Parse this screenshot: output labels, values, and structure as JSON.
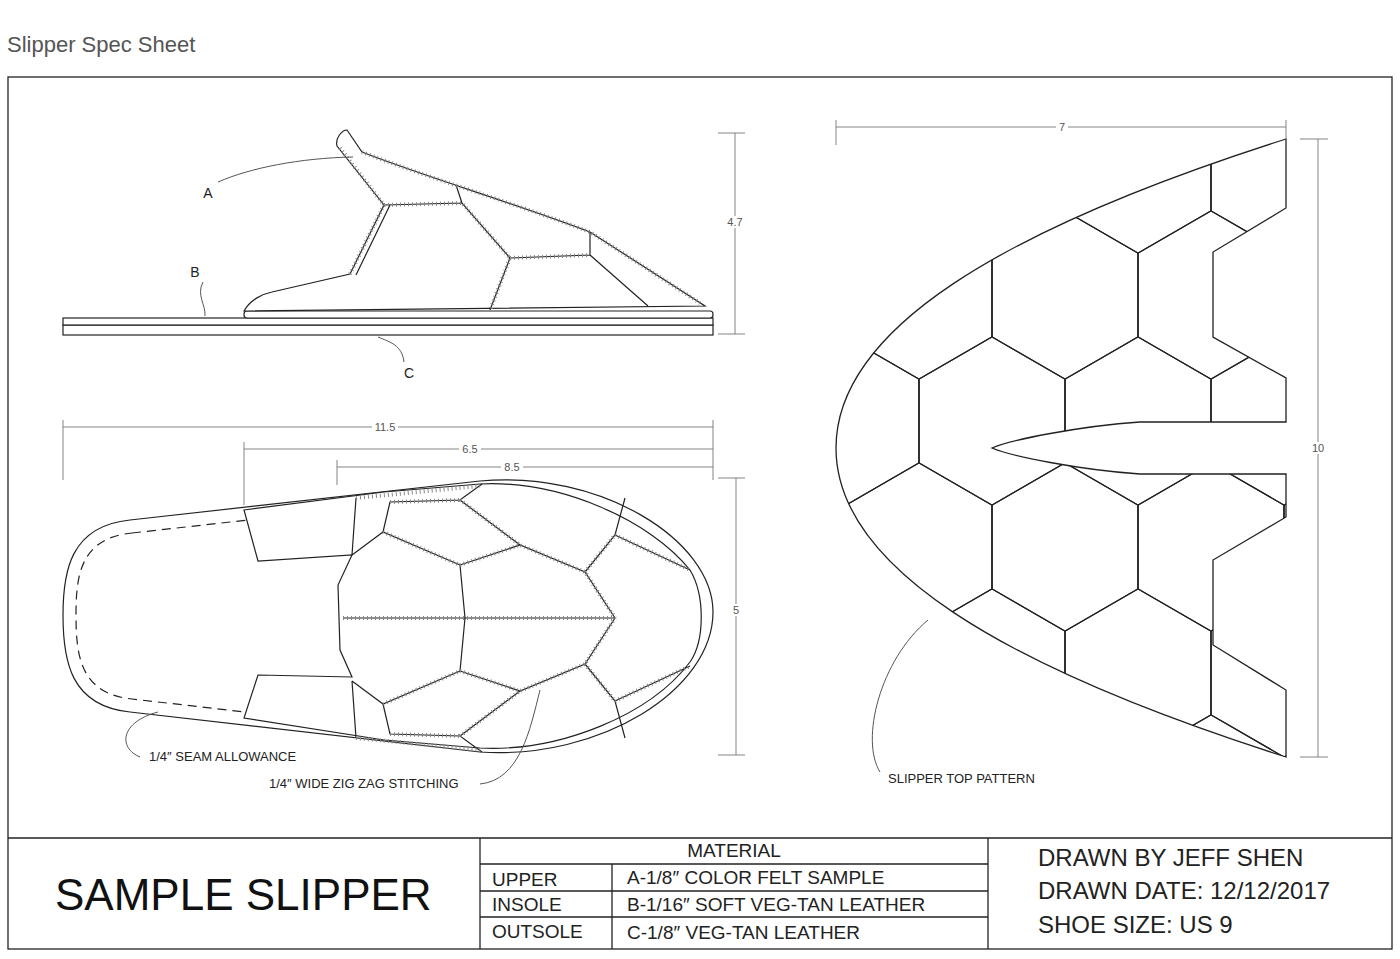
{
  "diagram": {
    "title": "Slipper Spec Sheet",
    "labels": [
      "A",
      "B",
      "C",
      "4.7",
      "11.5",
      "6.5",
      "8.5",
      "5",
      "1/4″ SEAM ALLOWANCE",
      "1/4″ WIDE ZIG ZAG STITCHING",
      "7",
      "10",
      "SLIPPER TOP PATTERN",
      "SAMPLE SLIPPER",
      "MATERIAL",
      "UPPER",
      "A-1/8″ COLOR FELT SAMPLE",
      "INSOLE",
      "B-1/16″ SOFT VEG-TAN LEATHER",
      "OUTSOLE",
      "C-1/8″ VEG-TAN LEATHER",
      "DRAWN BY JEFF SHEN",
      "DRAWN DATE: 12/12/2017",
      "SHOE SIZE: US 9"
    ]
  }
}
